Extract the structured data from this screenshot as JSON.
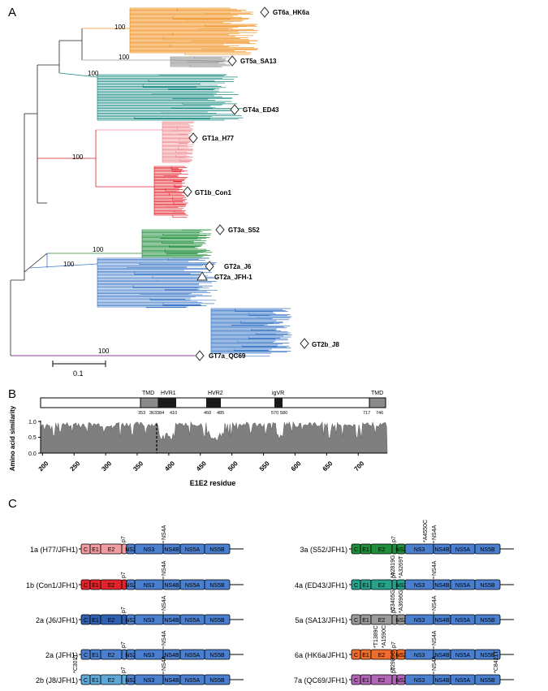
{
  "panels": {
    "a": "A",
    "b": "B",
    "c": "C"
  },
  "tree": {
    "bootstrap": [
      "100",
      "100",
      "100",
      "100",
      "100",
      "100",
      "100"
    ],
    "scale_label": "0.1",
    "references": [
      {
        "label": "GT6a_HK6a",
        "marker": "diamond",
        "color": "#f0901e"
      },
      {
        "label": "GT5a_SA13",
        "marker": "diamond",
        "color": "#9b9b9b"
      },
      {
        "label": "GT4a_ED43",
        "marker": "diamond",
        "color": "#188a82"
      },
      {
        "label": "GT1a_H77",
        "marker": "diamond",
        "color": "#f08a8f"
      },
      {
        "label": "GT1b_Con1",
        "marker": "diamond",
        "color": "#e3232c"
      },
      {
        "label": "GT3a_S52",
        "marker": "diamond",
        "color": "#1f8d3a"
      },
      {
        "label": "GT2a_J6",
        "marker": "diamond",
        "color": "#3d79c7"
      },
      {
        "label": "GT2a_JFH-1",
        "marker": "triangle",
        "color": "#3d79c7"
      },
      {
        "label": "GT2b_J8",
        "marker": "diamond",
        "color": "#3d79c7"
      },
      {
        "label": "GT7a_QC69",
        "marker": "diamond",
        "color": "#8b3c98"
      }
    ]
  },
  "domains_bar": {
    "labels": [
      "TMD",
      "HVR1",
      "HVR2",
      "igVR",
      "TMD"
    ],
    "positions": [
      "353",
      "363",
      "384",
      "410",
      "460",
      "485",
      "570",
      "580",
      "717",
      "746"
    ]
  },
  "similarity_plot": {
    "ylabel": "Amino acid similarity",
    "xlabel": "E1E2 residue",
    "yticks": [
      "1.0",
      "0.5",
      "0.0"
    ],
    "xticks": [
      "200",
      "250",
      "300",
      "350",
      "400",
      "450",
      "500",
      "550",
      "600",
      "650",
      "700"
    ],
    "color": "#7f7f7f"
  },
  "constructs": {
    "left": [
      {
        "name": "1a (H77/JFH1)",
        "segments": [
          "C",
          "E1",
          "E2",
          "p7",
          "NS2",
          "NS3",
          "NS4A",
          "NS4B",
          "NS5A",
          "NS5B"
        ],
        "mutations": []
      },
      {
        "name": "1b (Con1/JFH1)",
        "segments": [
          "C",
          "E1",
          "E2",
          "p7",
          "NS2",
          "NS3",
          "NS4A",
          "NS4B",
          "NS5A",
          "NS5B"
        ],
        "mutations": []
      },
      {
        "name": "2a (J6/JFH1)",
        "segments": [
          "C",
          "E1",
          "E2",
          "p7",
          "NS2",
          "NS3",
          "NS4A",
          "NS4B",
          "NS5A",
          "NS5B"
        ],
        "mutations": []
      },
      {
        "name": "2a (JFH1)",
        "segments": [
          "C",
          "E1",
          "E2",
          "p7",
          "NS2",
          "NS3",
          "NS4A",
          "NS4B",
          "NS5A",
          "NS5B"
        ],
        "mutations": []
      },
      {
        "name": "2b (J8/JFH1)",
        "segments": [
          "C",
          "E1",
          "E2",
          "p7",
          "NS2",
          "NS3",
          "NS4A",
          "NS4B",
          "NS5A",
          "NS5B"
        ],
        "mutations": [
          "*C301T"
        ]
      }
    ],
    "right": [
      {
        "name": "3a (S52/JFH1)",
        "segments": [
          "C",
          "E1",
          "E2",
          "p7",
          "NS2",
          "NS3",
          "NS4A",
          "NS4B",
          "NS5A",
          "NS5B"
        ],
        "mutations": [
          "*A4550C"
        ]
      },
      {
        "name": "4a (ED43/JFH1)",
        "segments": [
          "C",
          "E1",
          "E2",
          "p7",
          "NS2",
          "NS3",
          "NS4A",
          "NS4B",
          "NS5A",
          "NS5B"
        ],
        "mutations": [
          "*A2819G",
          "*A3269T"
        ]
      },
      {
        "name": "5a (SA13/JFH1)",
        "segments": [
          "C",
          "E1",
          "E2",
          "p7",
          "NS2",
          "NS3",
          "NS4A",
          "NS4B",
          "NS5A",
          "NS5B"
        ],
        "mutations": [
          "*C3405G",
          "*A3696G"
        ]
      },
      {
        "name": "6a (HK6a/JFH1)",
        "segments": [
          "C",
          "E1",
          "E2",
          "p7",
          "NS2",
          "NS3",
          "NS4A",
          "NS4B",
          "NS5A",
          "NS5B"
        ],
        "mutations": [
          "*T1389C",
          "*A1590C"
        ]
      },
      {
        "name": "7a (QC69/JFH1)",
        "segments": [
          "C",
          "E1",
          "E2",
          "p7",
          "NS2",
          "NS3",
          "NS4A",
          "NS4B",
          "NS5A",
          "NS5B"
        ],
        "mutations": [
          "*T2985C",
          "*C8421T"
        ]
      }
    ],
    "colors": {
      "jfh1": "#4a7fcf",
      "gt1a": "#f19aa0",
      "gt1b": "#e3232c",
      "gt2a_j6": "#2f5fb0",
      "gt2b": "#5ea8d8",
      "gt3a": "#1f8d3a",
      "gt4a": "#27a08c",
      "gt5a": "#9a9a9a",
      "gt6a": "#ee6c2c",
      "gt7a": "#b065b5"
    }
  }
}
